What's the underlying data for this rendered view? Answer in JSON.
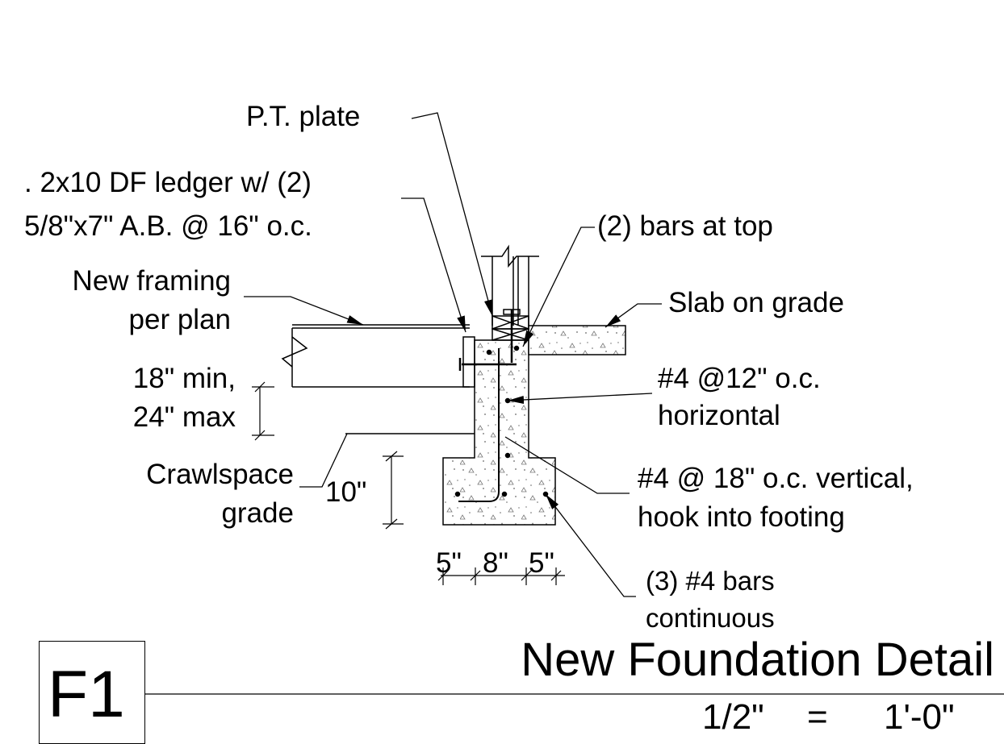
{
  "detail": {
    "tag": "F1",
    "title": "New Foundation Detail",
    "scale_left": "1/2\"",
    "scale_eq": "=",
    "scale_right": "1'-0\""
  },
  "labels": {
    "pt_plate": "P.T. plate",
    "ledger_line1": ". 2x10 DF ledger w/ (2)",
    "ledger_line2": "5/8\"x7\" A.B. @ 16\" o.c.",
    "bars_top": "(2) bars at top",
    "new_framing_line1": "New framing",
    "new_framing_line2": "per plan",
    "slab": "Slab on grade",
    "min_max_line1": "18\" min,",
    "min_max_line2": "24\" max",
    "horiz_line1": "#4 @12\" o.c.",
    "horiz_line2": "horizontal",
    "crawl_line1": "Crawlspace",
    "crawl_line2": "grade",
    "dim_10": "10\"",
    "vert_line1": "#4 @ 18\" o.c. vertical,",
    "vert_line2": "hook into footing",
    "dim_5a": "5\"",
    "dim_8": "8\"",
    "dim_5b": "5\"",
    "cont_line1": "(3) #4 bars",
    "cont_line2": "continuous"
  }
}
